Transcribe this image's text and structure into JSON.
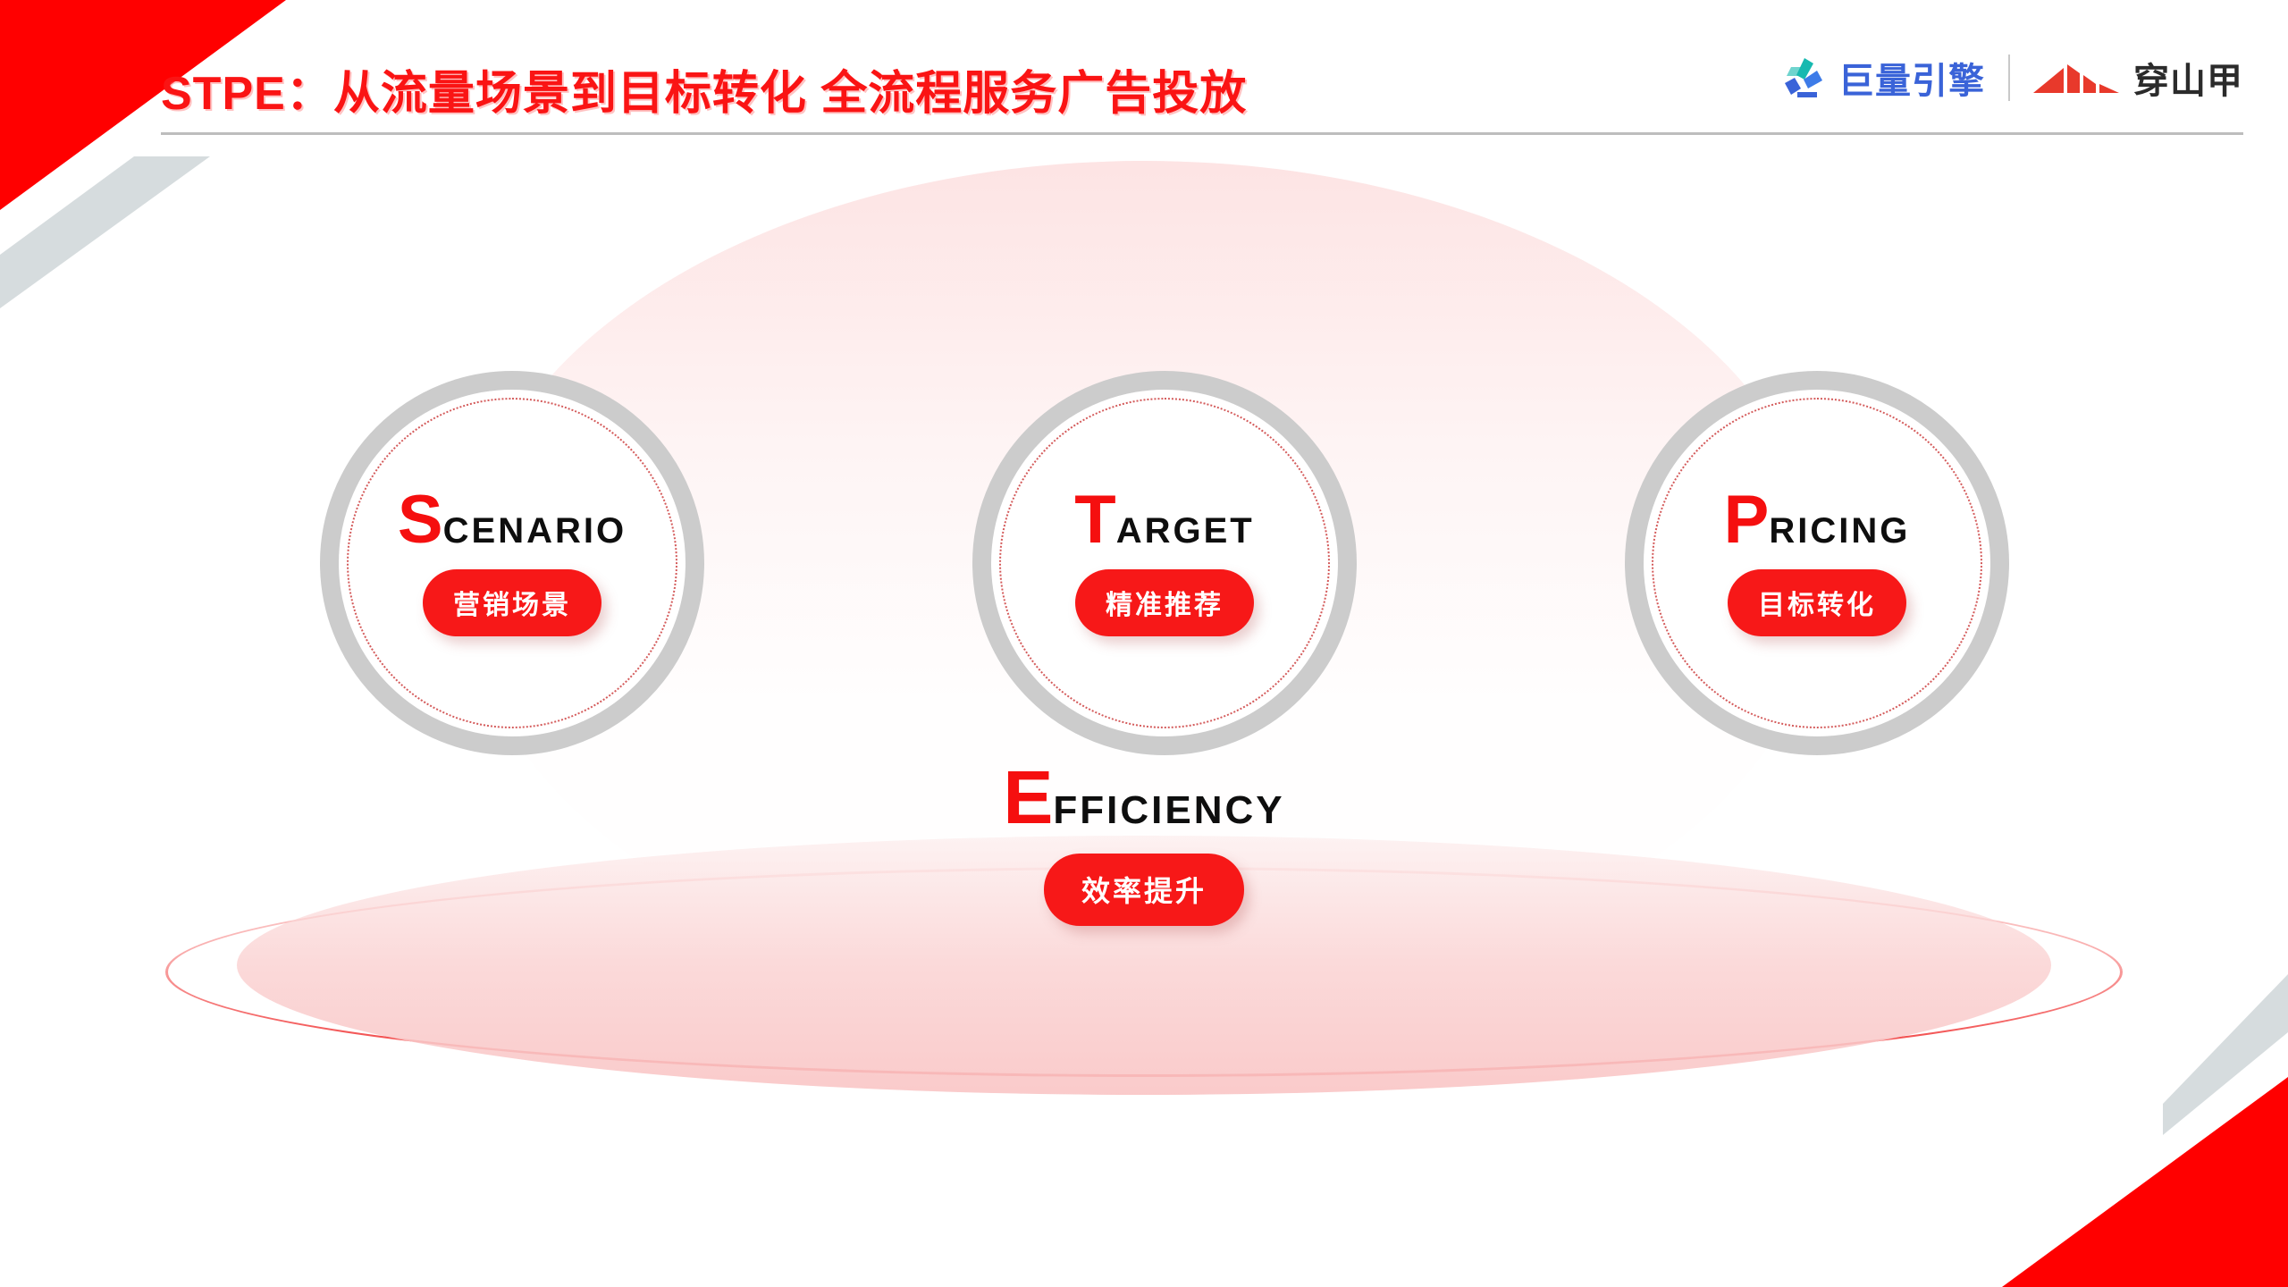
{
  "header": {
    "title": "STPE：从流量场景到目标转化 全流程服务广告投放",
    "logos": [
      {
        "name": "ocean-engine",
        "text": "巨量引擎"
      },
      {
        "name": "pangle",
        "text": "穿山甲"
      }
    ]
  },
  "nodes": [
    {
      "cap": "S",
      "rest": "CENARIO",
      "full": "SCENARIO",
      "pill": "营销场景"
    },
    {
      "cap": "T",
      "rest": "ARGET",
      "full": "TARGET",
      "pill": "精准推荐"
    },
    {
      "cap": "P",
      "rest": "RICING",
      "full": "PRICING",
      "pill": "目标转化"
    }
  ],
  "efficiency": {
    "cap": "E",
    "rest": "FFICIENCY",
    "full": "EFFICIENCY",
    "pill": "效率提升"
  },
  "colors": {
    "brand_red": "#FF0000",
    "title_red": "#FA1414",
    "pill_red": "#F71818",
    "ring_gray": "#CCCCCC",
    "corner_gray": "#D6DCDE",
    "ocean_engine_blue": "#3A63D8",
    "pangle_dark": "#2B2B2B"
  }
}
